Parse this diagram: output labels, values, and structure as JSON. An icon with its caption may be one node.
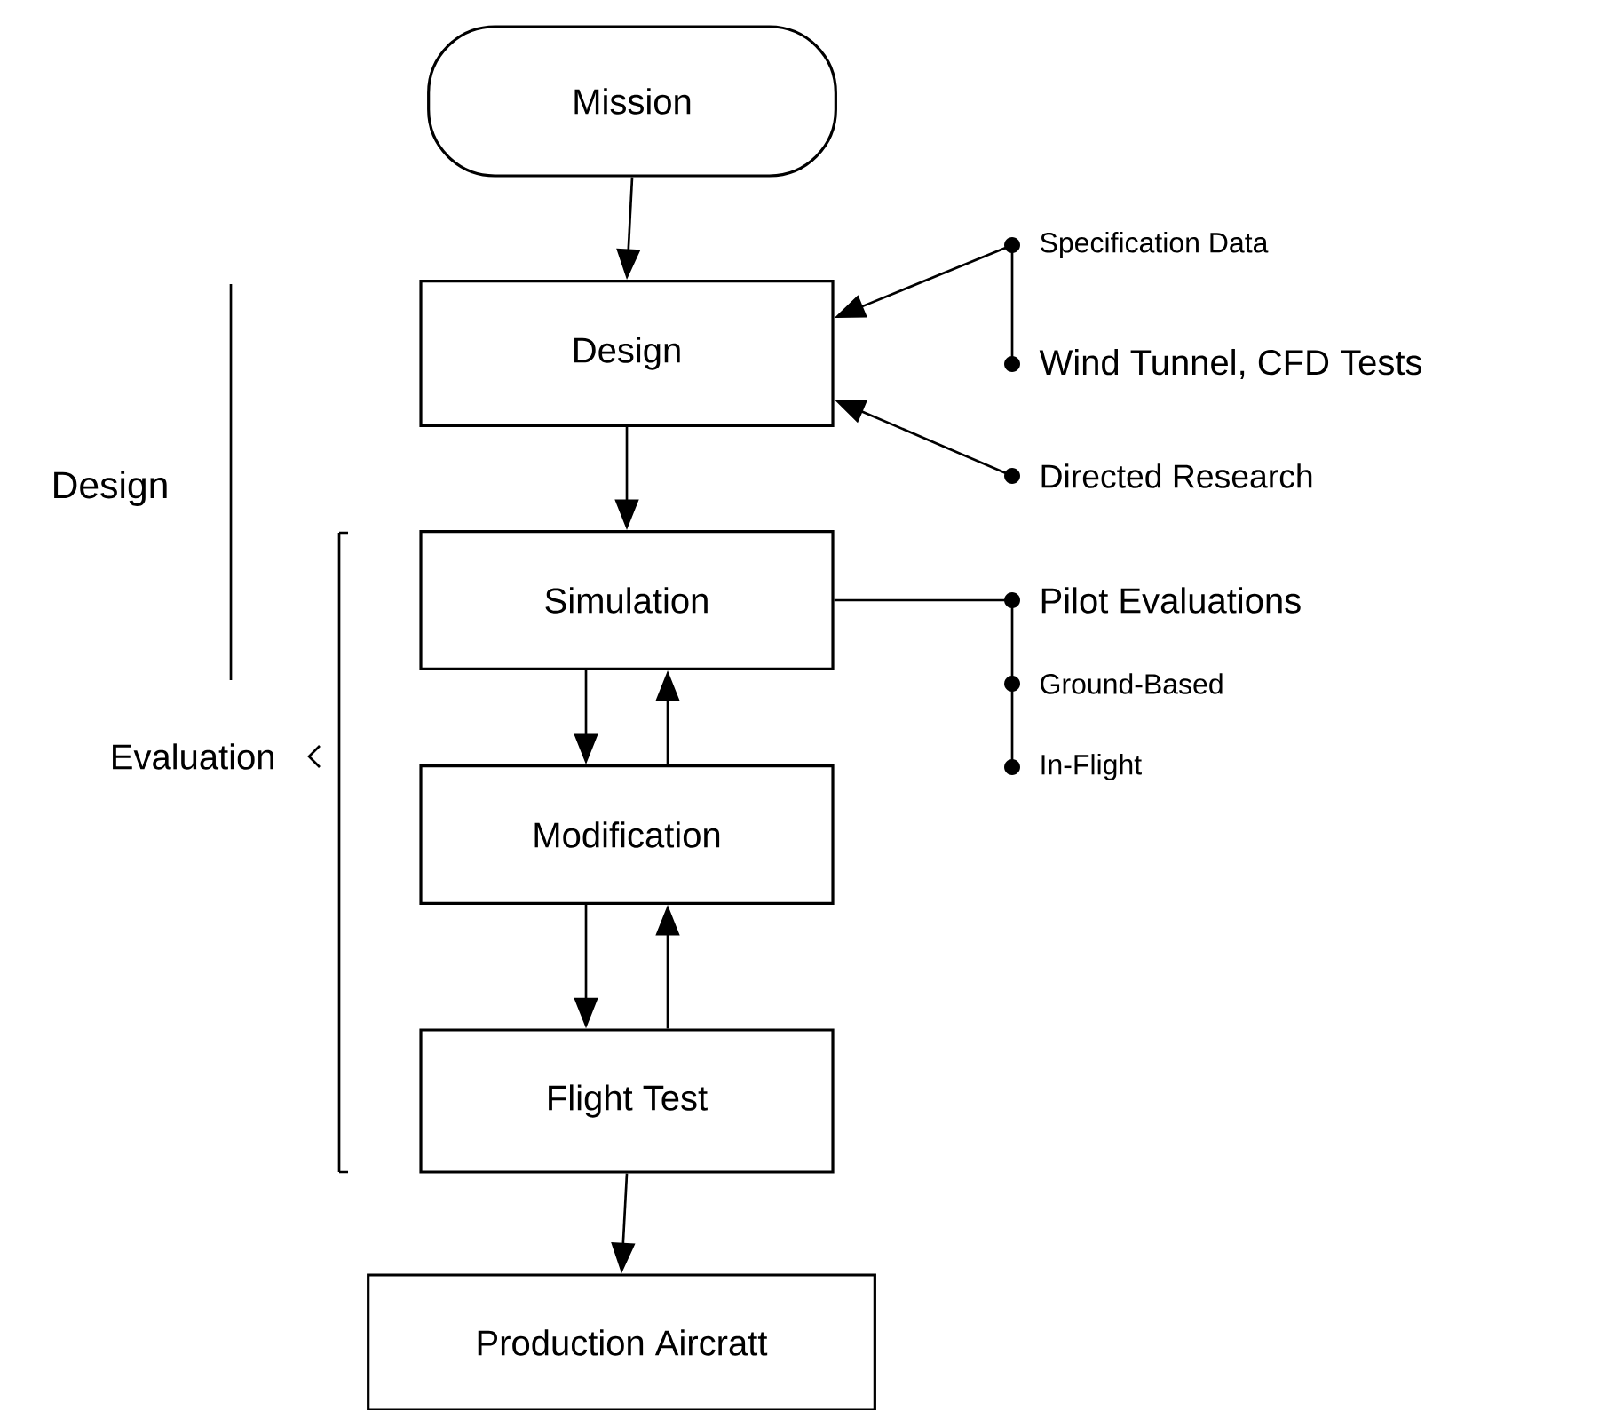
{
  "diagram": {
    "nodes": [
      {
        "text": [
          "Mission"
        ]
      },
      {
        "text": [
          "Design"
        ]
      },
      {
        "text": [
          "Simulation"
        ]
      },
      {
        "text": [
          "Modification"
        ]
      },
      {
        "text": [
          "Flight Test"
        ]
      },
      {
        "text": [
          "Production Aircratt"
        ]
      },
      {
        "text": [
          "Specification Data"
        ]
      },
      {
        "text": [
          "Wind Tunnel, CFD Tests"
        ]
      },
      {
        "text": [
          "Directed Research"
        ]
      },
      {
        "text": [
          "Pilot Evaluations"
        ]
      },
      {
        "text": [
          "Ground-Based"
        ]
      },
      {
        "text": [
          "In-Flight"
        ]
      }
    ],
    "edges": [
      {
        "from": 0,
        "to": 1,
        "arrow": "to"
      },
      {
        "from": 6,
        "to": 1,
        "arrow": "to"
      },
      {
        "from": 8,
        "to": 1,
        "arrow": "to"
      },
      {
        "from": 6,
        "to": 7,
        "arrow": "none"
      },
      {
        "from": 1,
        "to": 2,
        "arrow": "to"
      },
      {
        "from": 2,
        "to": 9,
        "arrow": "none"
      },
      {
        "from": 9,
        "to": 10,
        "arrow": "none"
      },
      {
        "from": 10,
        "to": 11,
        "arrow": "none"
      },
      {
        "from": 2,
        "to": 3,
        "arrow": "to"
      },
      {
        "from": 3,
        "to": 2,
        "arrow": "to"
      },
      {
        "from": 3,
        "to": 4,
        "arrow": "to"
      },
      {
        "from": 4,
        "to": 3,
        "arrow": "to"
      },
      {
        "from": 4,
        "to": 5,
        "arrow": "to"
      }
    ],
    "labels": [
      "Design",
      "Evaluation"
    ]
  }
}
